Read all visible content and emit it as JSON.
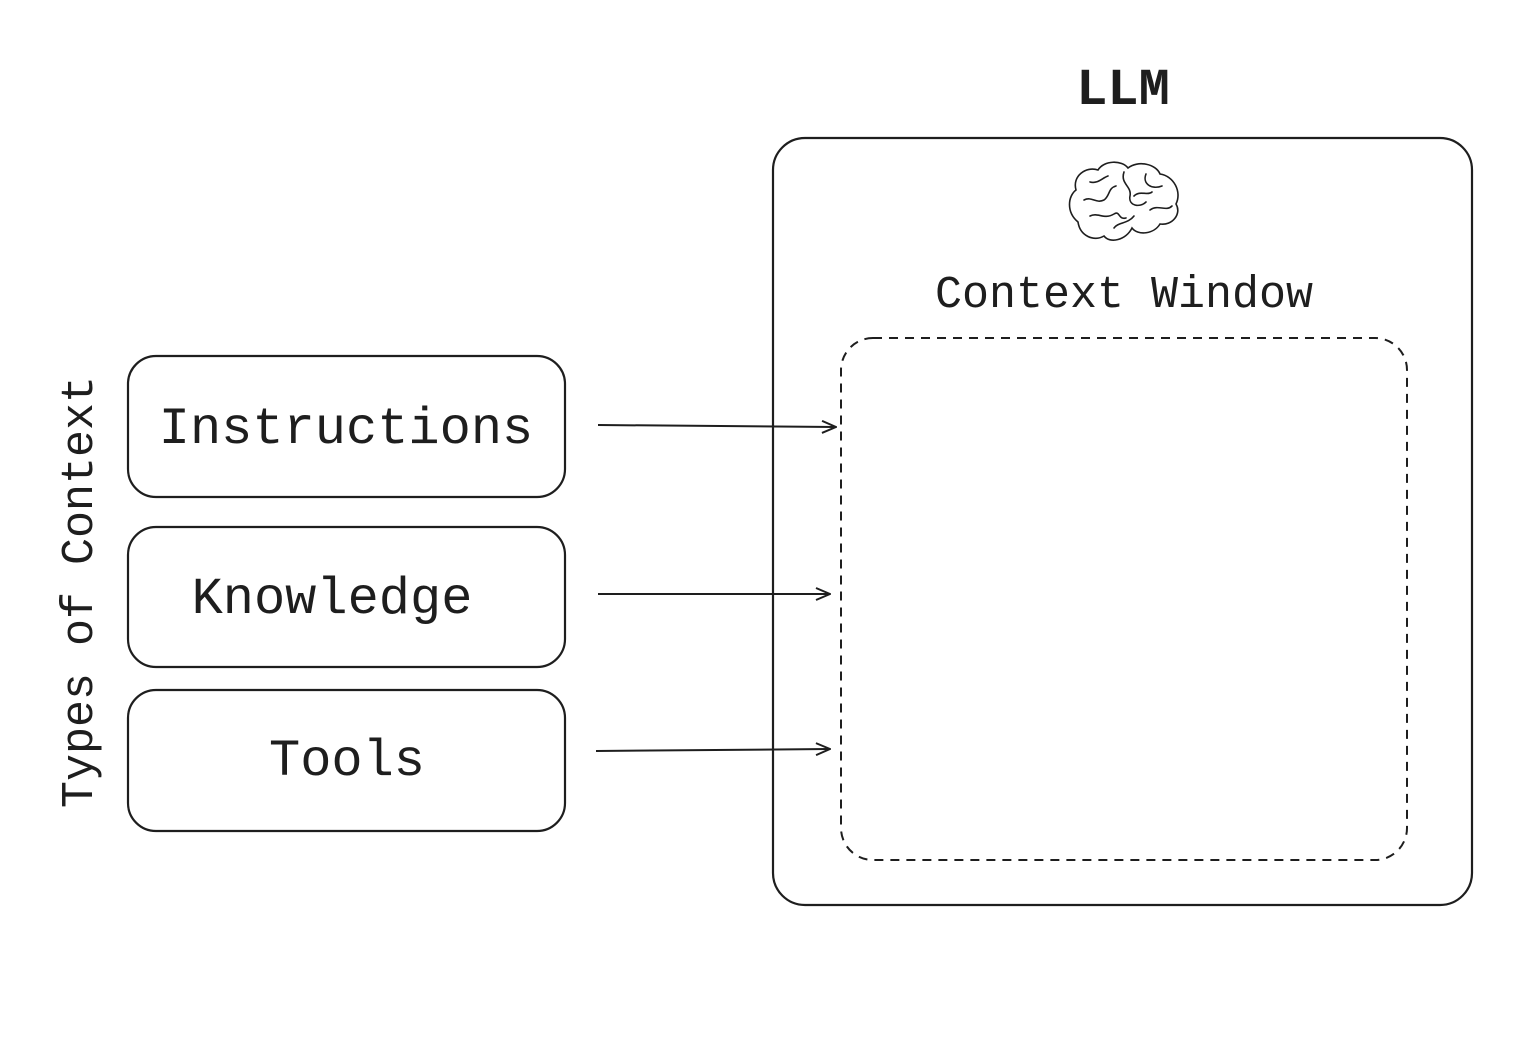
{
  "diagram": {
    "side_label": "Types of Context",
    "llm_title": "LLM",
    "context_window_label": "Context Window",
    "brain_icon": "brain-icon",
    "context_types": [
      {
        "label": "Instructions"
      },
      {
        "label": "Knowledge"
      },
      {
        "label": "Tools"
      }
    ],
    "colors": {
      "stroke": "#1e1e1e",
      "background": "#ffffff"
    }
  }
}
